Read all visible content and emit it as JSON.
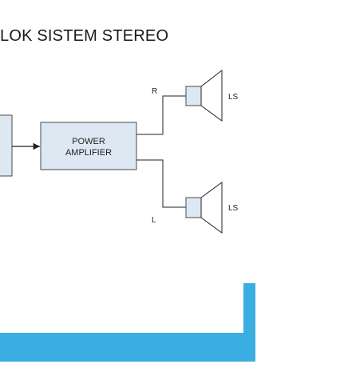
{
  "slide": {
    "title": "LOK SISTEM STEREO"
  },
  "diagram": {
    "block_left": {
      "line1": "",
      "line2": ""
    },
    "power_amplifier": {
      "line1": "POWER",
      "line2": "AMPLIFIER"
    },
    "channels": [
      {
        "channel_label": "R",
        "speaker_label": "LS"
      },
      {
        "channel_label": "L",
        "speaker_label": "LS"
      }
    ]
  },
  "colors": {
    "box_fill": "#dde8f3",
    "box_stroke": "#4a4a4a",
    "accent_frame": "#3aaee0",
    "line": "#222222"
  }
}
